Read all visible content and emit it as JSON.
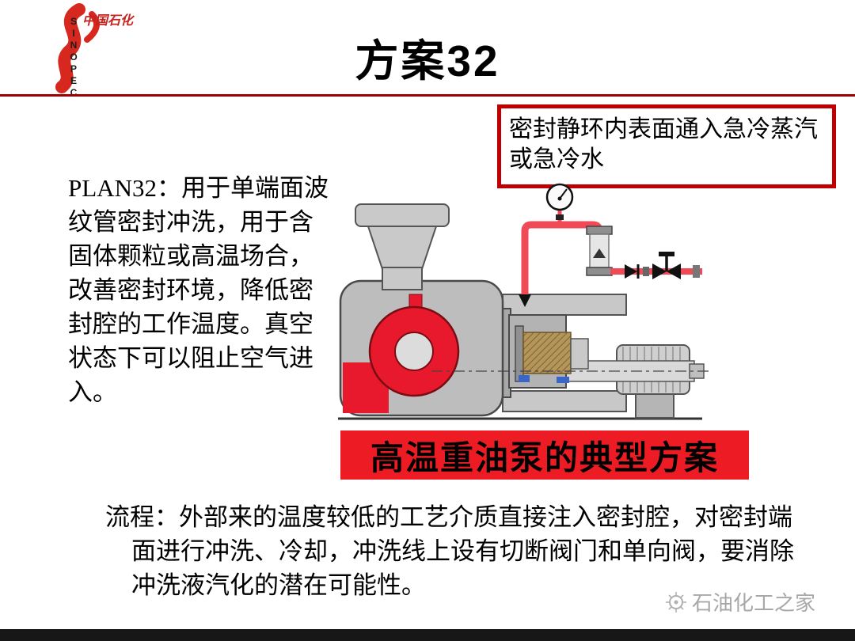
{
  "slide": {
    "title": "方案32",
    "logo": {
      "script": "中国石化",
      "brand": "SINOPEC"
    },
    "callout": "密封静环内表面通入急冷蒸汽或急冷水",
    "plan_description": "PLAN32：用于单端面波纹管密封冲洗，用于含固体颗粒或高温场合，改善密封环境，降低密封腔的工作温度。真空状态下可以阻止空气进入。",
    "diagram_caption": "高温重油泵的典型方案",
    "process_description": "流程：外部来的温度较低的工艺介质直接注入密封腔，对密封端面进行冲洗、冷却，冲洗线上设有切断阀门和单向阀，要消除冲洗液汽化的潜在可能性。",
    "watermark": "石油化工之家",
    "colors": {
      "accent_red": "#c00000",
      "banner_red": "#ed1c24",
      "pipe_red": "#ef4a56",
      "volute_red": "#e8192c"
    }
  }
}
